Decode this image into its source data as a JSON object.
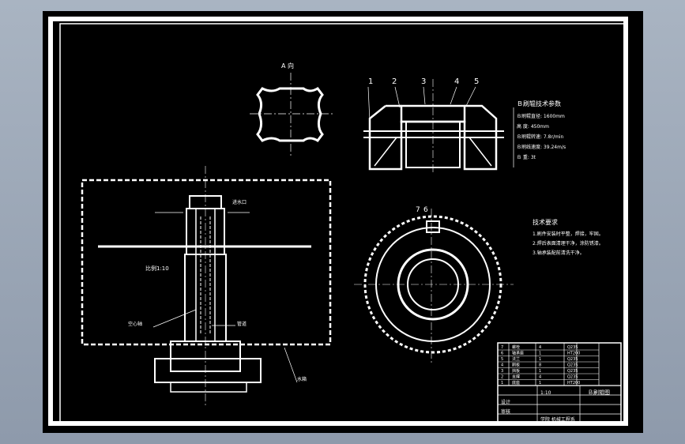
{
  "top_view_label": "A 向",
  "part_numbers": [
    "1",
    "2",
    "3",
    "4",
    "5"
  ],
  "section_numbers": [
    "7",
    "6"
  ],
  "tech_params": {
    "title": "Ｂ刷辊技术参数",
    "lines": [
      "Ｂ刷辊直径: 1600mm",
      "高 度: 450mm",
      "Ｂ刷辊转速: 7.8r/min",
      "Ｂ刷线速度: 39.24m/s",
      "Ｂ 重: 3t"
    ]
  },
  "tech_req": {
    "title": "技术要求",
    "lines": [
      "1.刷件安装时平整，焊接，牢固。",
      "2.焊后表面清理干净，涂防锈漆。",
      "3.轴承装配前清洗干净。"
    ]
  },
  "left_labels": {
    "top_right": "进水口",
    "ratio": "比例1:10",
    "shaft": "空心轴",
    "pipe": "管道",
    "tank": "水箱"
  },
  "title_block": {
    "name": "Ｂ刷辊图",
    "designer": "设计",
    "checker": "审核",
    "scale": "1:10",
    "school": "学院  机械工程系"
  },
  "parts_rows": [
    [
      "7",
      "螺栓",
      "4",
      "Q235"
    ],
    [
      "6",
      "轴承座",
      "1",
      "HT200"
    ],
    [
      "5",
      "法兰",
      "1",
      "Q235"
    ],
    [
      "4",
      "刷板",
      "8",
      "Q235"
    ],
    [
      "3",
      "挡板",
      "1",
      "Q235"
    ],
    [
      "2",
      "支撑",
      "4",
      "Q235"
    ],
    [
      "1",
      "底座",
      "1",
      "HT200"
    ]
  ]
}
